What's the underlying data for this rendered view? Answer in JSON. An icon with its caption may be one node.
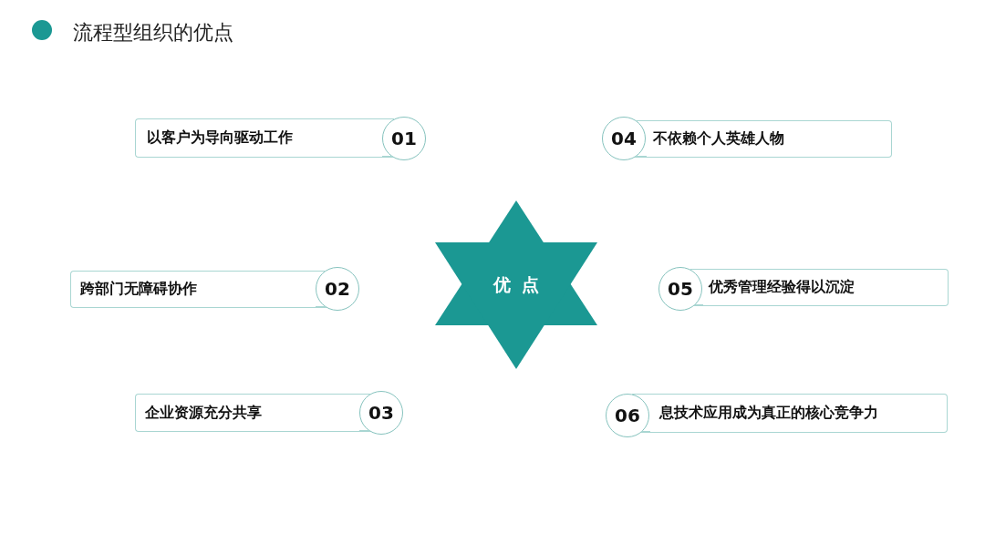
{
  "diagram": {
    "title": "流程型组织的优点",
    "nodes": [
      {
        "text": [
          "以客户为导向驱动工作"
        ]
      },
      {
        "text": [
          "01"
        ]
      },
      {
        "text": [
          "04"
        ]
      },
      {
        "text": [
          "不依赖个人英雄人物"
        ]
      },
      {
        "text": [
          "跨部门无障碍协作"
        ]
      },
      {
        "text": [
          "02"
        ]
      },
      {
        "text": [
          "优 点"
        ]
      },
      {
        "text": [
          "05"
        ]
      },
      {
        "text": [
          "优秀管理经验得以沉淀"
        ]
      },
      {
        "text": [
          "企业资源充分共享"
        ]
      },
      {
        "text": [
          "03"
        ]
      },
      {
        "text": [
          "06"
        ]
      },
      {
        "text": [
          "息技术应用成为真正的核心竞争力"
        ]
      }
    ]
  }
}
